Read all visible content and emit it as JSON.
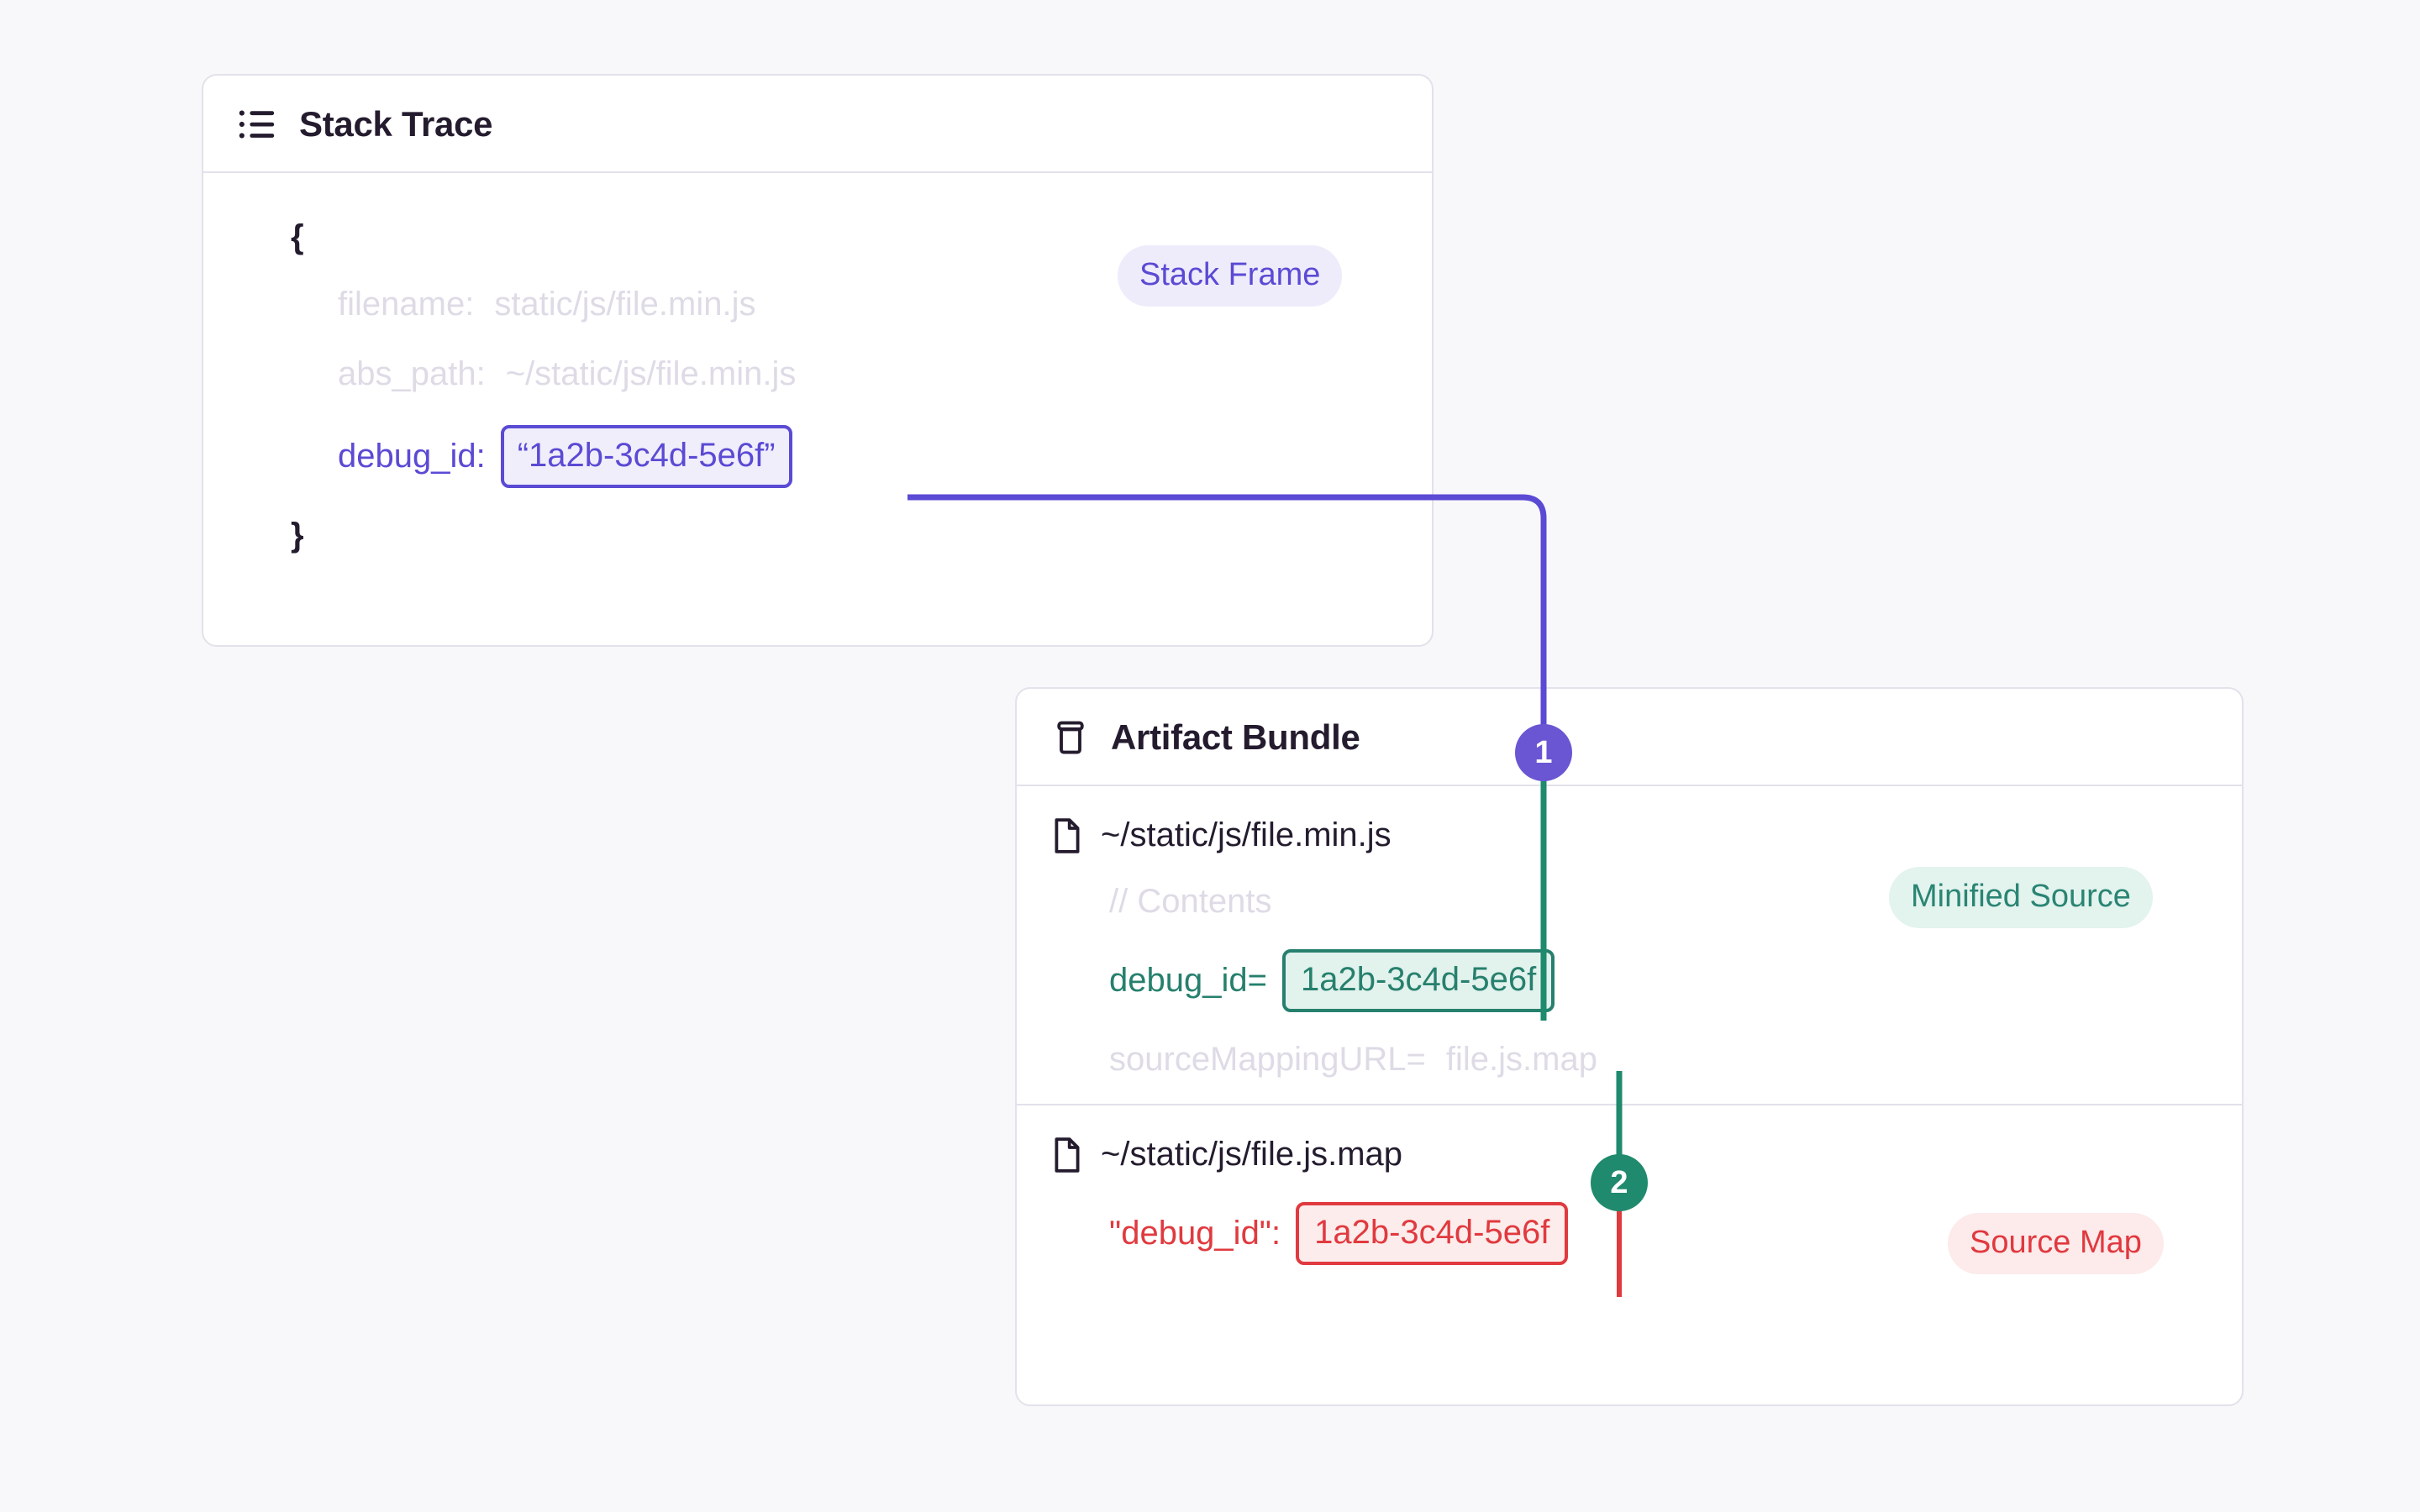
{
  "theme": {
    "page_background": "#f8f8fa",
    "card_background": "#ffffff",
    "card_border": "#e3e1ea",
    "text_dark": "#241c2e",
    "text_muted": "#dedbe6",
    "purple": "#5b4ad4",
    "purple_badge_bg": "#eeecfb",
    "purple_connector": "#5b4ad4",
    "green": "#26806d",
    "green_badge_text": "#2a8573",
    "green_badge_bg": "#e3f3ee",
    "green_connector": "#1f8a6d",
    "red": "#e03a3f",
    "red_badge_text": "#e0393f",
    "red_badge_bg": "#fdeaea",
    "red_connector": "#e03a3f"
  },
  "stack_trace": {
    "icon": "list-icon",
    "title": "Stack Trace",
    "badge": "Stack Frame",
    "brace_open": "{",
    "brace_close": "}",
    "fields": [
      {
        "key": "filename:",
        "value": "static/js/file.min.js",
        "style": "muted"
      },
      {
        "key": "abs_path:",
        "value": "~/static/js/file.min.js",
        "style": "muted"
      },
      {
        "key": "debug_id:",
        "value": "“1a2b-3c4d-5e6f”",
        "style": "highlight-purple"
      }
    ]
  },
  "artifact_bundle": {
    "icon": "archive-box-icon",
    "title": "Artifact Bundle",
    "sections": [
      {
        "file_icon": "file-icon",
        "file_name": "~/static/js/file.min.js",
        "badge": "Minified Source",
        "lines": [
          {
            "key": "// Contents",
            "value": "",
            "style": "muted"
          },
          {
            "key": "debug_id=",
            "value": "1a2b-3c4d-5e6f",
            "style": "highlight-green"
          },
          {
            "key": "sourceMappingURL=",
            "value": "file.js.map",
            "style": "muted"
          }
        ]
      },
      {
        "file_icon": "file-icon",
        "file_name": "~/static/js/file.js.map",
        "badge": "Source Map",
        "lines": [
          {
            "key": "\"debug_id\":",
            "value": "1a2b-3c4d-5e6f",
            "style": "highlight-red"
          }
        ]
      }
    ]
  },
  "steps": [
    {
      "number": "1",
      "color": "#6a55d3"
    },
    {
      "number": "2",
      "color": "#1f8a6d"
    }
  ]
}
